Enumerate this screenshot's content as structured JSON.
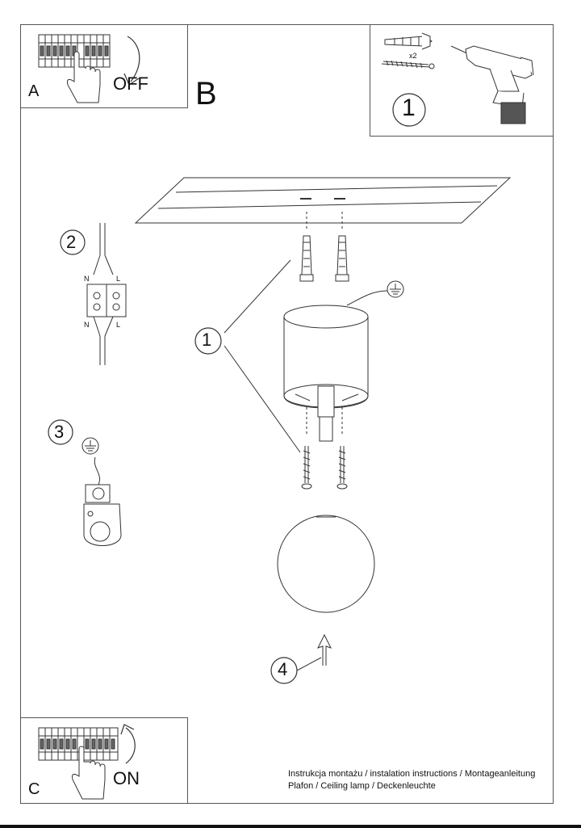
{
  "panel_a": {
    "letter": "A",
    "action": "OFF"
  },
  "section_b": {
    "letter": "B"
  },
  "panel_c": {
    "letter": "C",
    "action": "ON"
  },
  "tools": {
    "step": "1",
    "quantity": "x2"
  },
  "steps": {
    "mount": "1",
    "wiring": "2",
    "ground": "3",
    "attach": "4"
  },
  "terminal_labels": {
    "n_top": "N",
    "l_top": "L",
    "n_bottom": "N",
    "l_bottom": "L"
  },
  "footer": {
    "line1": "Instrukcja montażu / instalation instructions / Montageanleitung",
    "line2": "Plafon / Ceiling lamp / Deckenleuchte"
  },
  "icons": [
    "circuit-breaker-icon",
    "hand-icon",
    "drill-icon",
    "wall-plug-icon",
    "screw-icon",
    "ground-symbol-icon"
  ]
}
